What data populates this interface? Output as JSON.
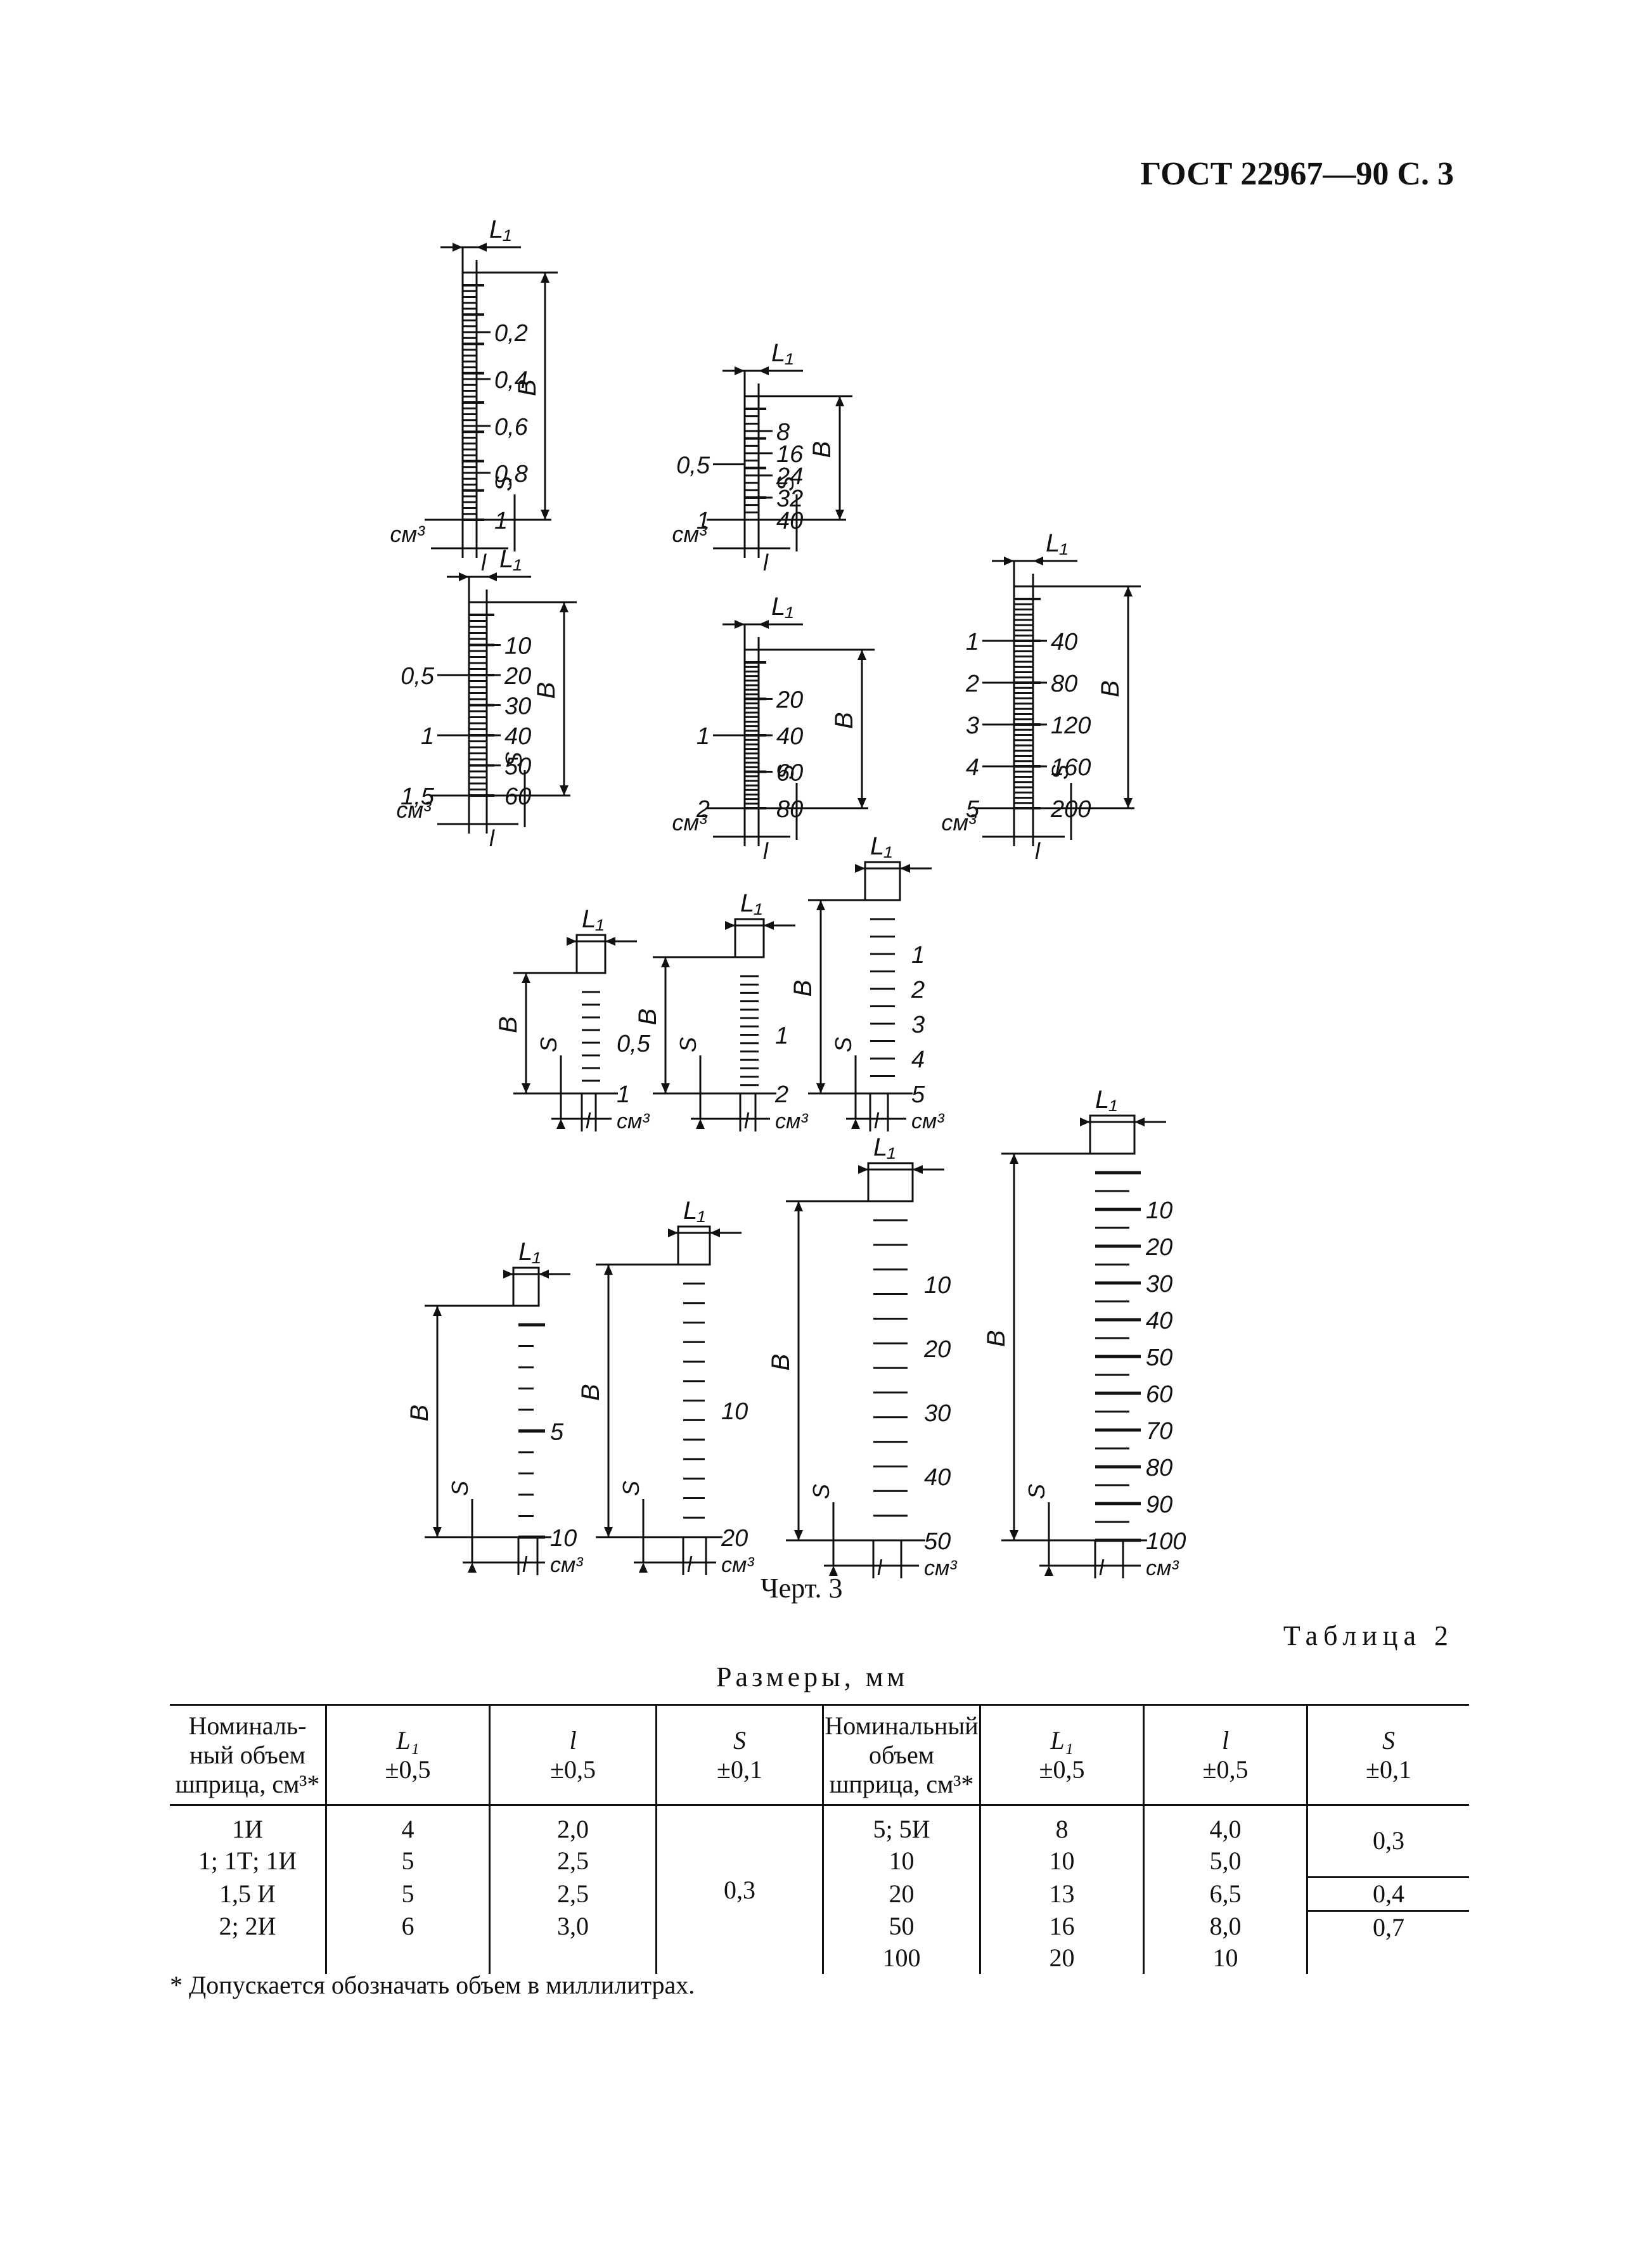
{
  "header": {
    "code": "ГОСТ 22967—90 С. 3"
  },
  "drawing_labels": {
    "L1": "L₁",
    "B": "B",
    "S": "S",
    "l": "l",
    "unit": "см³"
  },
  "scales": [
    {
      "marks": [
        "0,2",
        "0,4",
        "0,6",
        "0,8",
        "1"
      ]
    },
    {
      "left": [
        "0,5",
        "1"
      ],
      "right": [
        "8",
        "16",
        "24",
        "32",
        "40"
      ]
    },
    {
      "left": [
        "0,5",
        "1",
        "1,5"
      ],
      "right": [
        "10",
        "20",
        "30",
        "40",
        "50",
        "60"
      ]
    },
    {
      "left": [
        "1",
        "2"
      ],
      "right": [
        "20",
        "40",
        "60",
        "80"
      ]
    },
    {
      "left": [
        "1",
        "2",
        "3",
        "4",
        "5"
      ],
      "right": [
        "40",
        "80",
        "120",
        "160",
        "200"
      ]
    },
    {
      "marks": [
        "0,5",
        "1"
      ]
    },
    {
      "marks": [
        "1",
        "2"
      ]
    },
    {
      "marks": [
        "1",
        "2",
        "3",
        "4",
        "5"
      ]
    },
    {
      "marks": [
        "5",
        "10"
      ]
    },
    {
      "marks": [
        "10",
        "20"
      ]
    },
    {
      "marks": [
        "10",
        "20",
        "30",
        "40",
        "50"
      ]
    },
    {
      "marks": [
        "10",
        "20",
        "30",
        "40",
        "50",
        "60",
        "70",
        "80",
        "90",
        "100"
      ]
    }
  ],
  "caption": "Черт. 3",
  "table": {
    "label": "Таблица 2",
    "subtitle": "Размеры, мм",
    "headers": {
      "volume_a": "Номиналь-ный объем шприца, см³*",
      "l1": "L₁",
      "l1_tol": "±0,5",
      "l": "l",
      "l_tol": "±0,5",
      "s": "S",
      "s_tol": "±0,1",
      "volume_b": "Номинальный объем шприца, см³*"
    },
    "left_rows": [
      {
        "volume": "1И",
        "L1": "4",
        "l": "2,0"
      },
      {
        "volume": "1; 1Т; 1И",
        "L1": "5",
        "l": "2,5"
      },
      {
        "volume": "1,5 И",
        "L1": "5",
        "l": "2,5"
      },
      {
        "volume": "2; 2И",
        "L1": "6",
        "l": "3,0"
      }
    ],
    "left_s": "0,3",
    "right_rows": [
      {
        "volume": "5; 5И",
        "L1": "8",
        "l": "4,0"
      },
      {
        "volume": "10",
        "L1": "10",
        "l": "5,0"
      },
      {
        "volume": "20",
        "L1": "13",
        "l": "6,5"
      },
      {
        "volume": "50",
        "L1": "16",
        "l": "8,0"
      },
      {
        "volume": "100",
        "L1": "20",
        "l": "10"
      }
    ],
    "right_s": [
      "0,3",
      "0,4",
      "0,7"
    ]
  },
  "footnote": "* Допускается обозначать объем в миллилитрах."
}
